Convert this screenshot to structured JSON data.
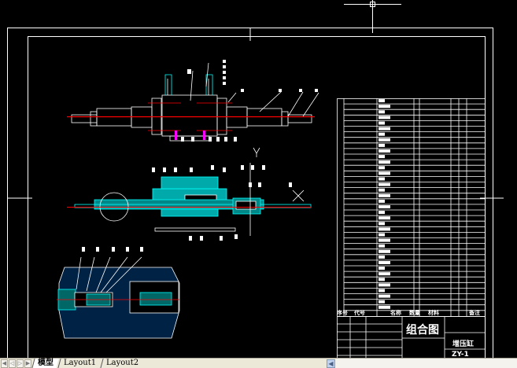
{
  "title_block": {
    "drawing_type": "组合图",
    "part_name": "增压缸",
    "drawing_no": "ZY-1",
    "columns": [
      "序号",
      "代号",
      "名称",
      "数量",
      "材料",
      "备注"
    ]
  },
  "tabs": [
    {
      "label": "模型",
      "active": true
    },
    {
      "label": "Layout1",
      "active": false
    },
    {
      "label": "Layout2",
      "active": false
    }
  ],
  "colors": {
    "background": "#000000",
    "lines": "#ffffff",
    "center": "#ff0000",
    "hatch": "#00ffff",
    "magenta": "#ff00ff"
  }
}
